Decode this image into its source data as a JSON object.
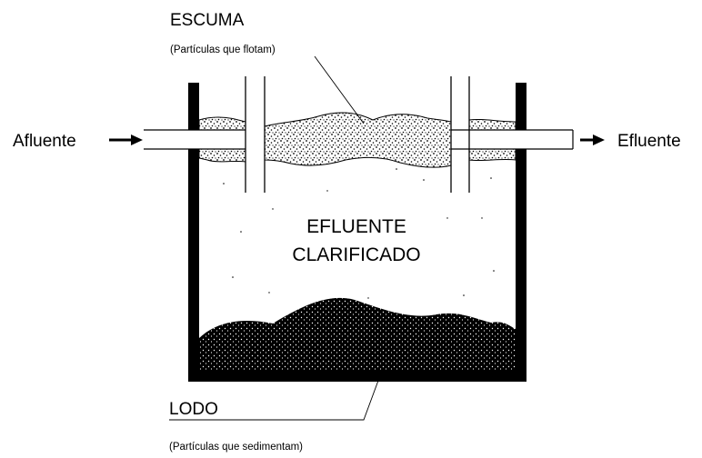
{
  "labels": {
    "scum": "ESCUMA",
    "scum_note": "(Partículas que flotam)",
    "inlet": "Afluente",
    "outlet": "Efluente",
    "clarified_line1": "EFLUENTE",
    "clarified_line2": "CLARIFICADO",
    "sludge": "LODO",
    "sludge_note": "(Partículas que sedimentam)"
  },
  "colors": {
    "ink": "#000000",
    "background": "#ffffff"
  }
}
